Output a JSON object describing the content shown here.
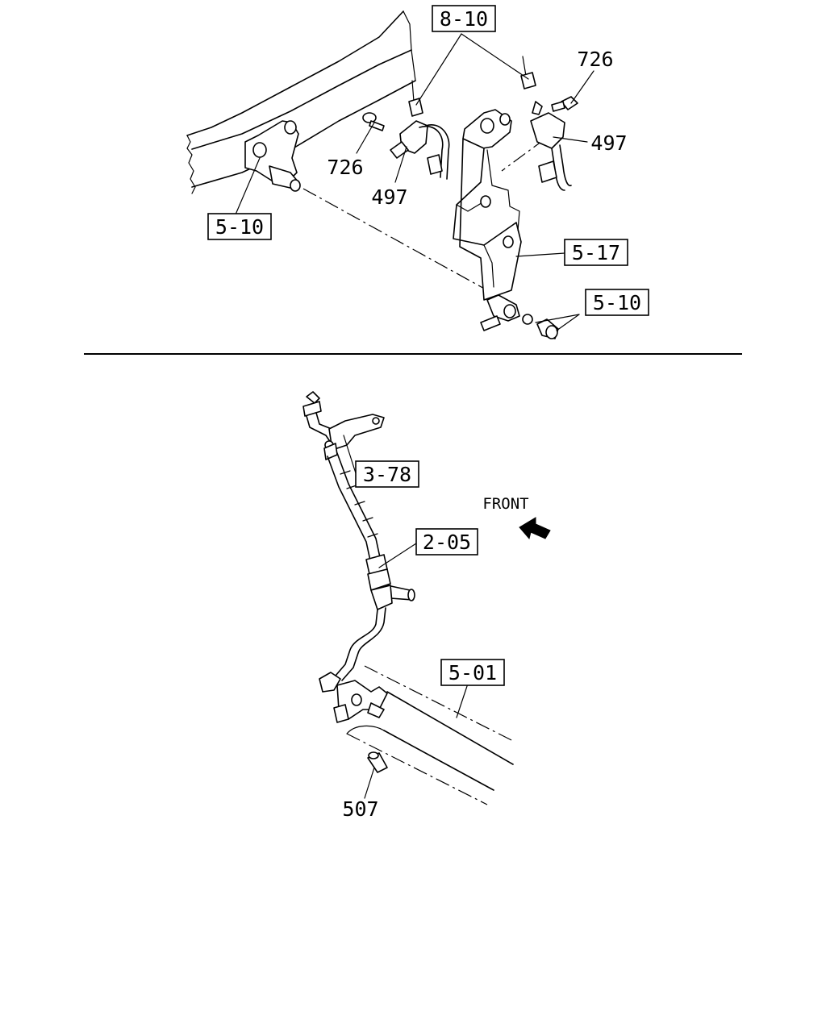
{
  "upper_view": {
    "refs": {
      "ref_8_10": "8-10",
      "ref_5_10_left": "5-10",
      "ref_5_17": "5-17",
      "ref_5_10_right": "5-10"
    },
    "parts": {
      "part_726_right": "726",
      "part_497_right": "497",
      "part_726_left": "726",
      "part_497_left": "497"
    }
  },
  "lower_view": {
    "refs": {
      "ref_3_78": "3-78",
      "ref_2_05": "2-05",
      "ref_5_01": "5-01"
    },
    "parts": {
      "part_507": "507"
    },
    "direction_label": "FRONT"
  }
}
